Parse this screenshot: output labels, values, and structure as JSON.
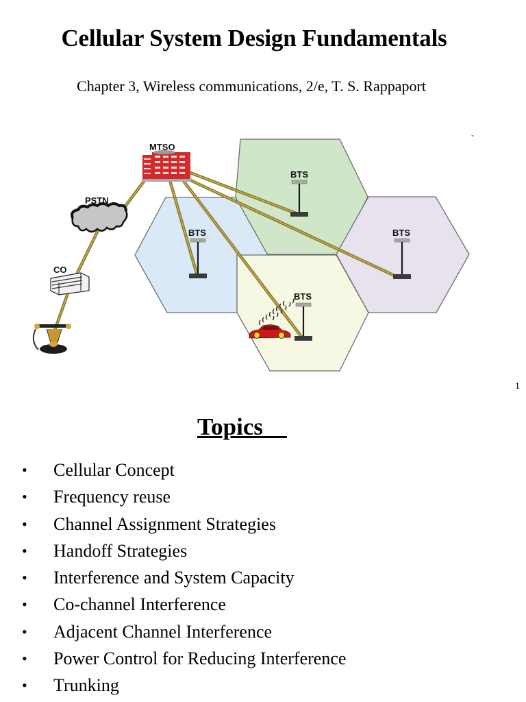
{
  "slide1": {
    "title": "Cellular System Design Fundamentals",
    "subtitle": "Chapter 3, Wireless communications, 2/e, T. S. Rappaport",
    "page_number": "1",
    "stray_mark": "-",
    "diagram": {
      "labels": {
        "mtso": "MTSO",
        "pstn": "PSTN",
        "co": "CO",
        "bts": "BTS"
      },
      "cells": [
        {
          "name": "green",
          "color": "#cfe6c8"
        },
        {
          "name": "blue",
          "color": "#d9e9f7"
        },
        {
          "name": "lilac",
          "color": "#e7e2ee"
        },
        {
          "name": "yellow",
          "color": "#f7f8e3"
        }
      ],
      "colors": {
        "cable": "#8b7a2a",
        "cable_highlight": "#c9b45a",
        "hex_border": "#6d6d6d",
        "building": "#d42a2a",
        "car": "#d01818",
        "wheel": "#f2d21a"
      }
    }
  },
  "slide2": {
    "heading": "Topics    ",
    "bullet": "•",
    "items": [
      "Cellular Concept",
      "Frequency reuse",
      "Channel Assignment Strategies",
      "Handoff Strategies",
      "Interference and System Capacity",
      "Co-channel Interference",
      "Adjacent Channel Interference",
      "Power Control for Reducing Interference",
      "Trunking"
    ]
  }
}
